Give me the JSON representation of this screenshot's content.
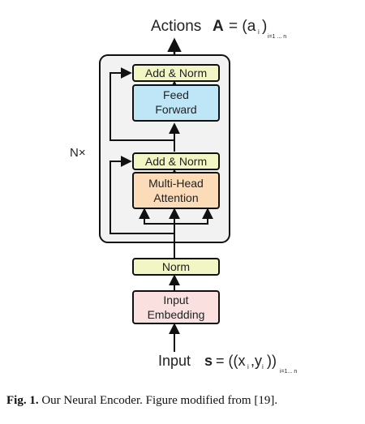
{
  "top_label": {
    "prefix": "Actions",
    "var": "A",
    "eq": "= (a",
    "sub_i": "i",
    "close": ")",
    "range": "i=1 ... n"
  },
  "bottom_label": {
    "prefix": "Input",
    "var": "s",
    "eq": "= ((x",
    "sub_i1": "i",
    "comma": ",y",
    "sub_i2": "i",
    "close": "))",
    "range": "i=1... n"
  },
  "blocks": {
    "add_norm_top": "Add & Norm",
    "feed_forward_1": "Feed",
    "feed_forward_2": "Forward",
    "add_norm_bottom": "Add & Norm",
    "multi_head_1": "Multi-Head",
    "multi_head_2": "Attention",
    "norm": "Norm",
    "input_embedding_1": "Input",
    "input_embedding_2": "Embedding"
  },
  "repeat_label": "N×",
  "caption": {
    "fig": "Fig. 1.",
    "text": "Our Neural Encoder. Figure modified from [19]."
  },
  "colors": {
    "add_norm": "#f2f5c4",
    "feed_forward": "#bfe6f6",
    "multi_head": "#fcdcb8",
    "norm": "#f2f5c4",
    "input_embedding": "#fbe0e0",
    "stack_bg": "#f2f2f2"
  }
}
